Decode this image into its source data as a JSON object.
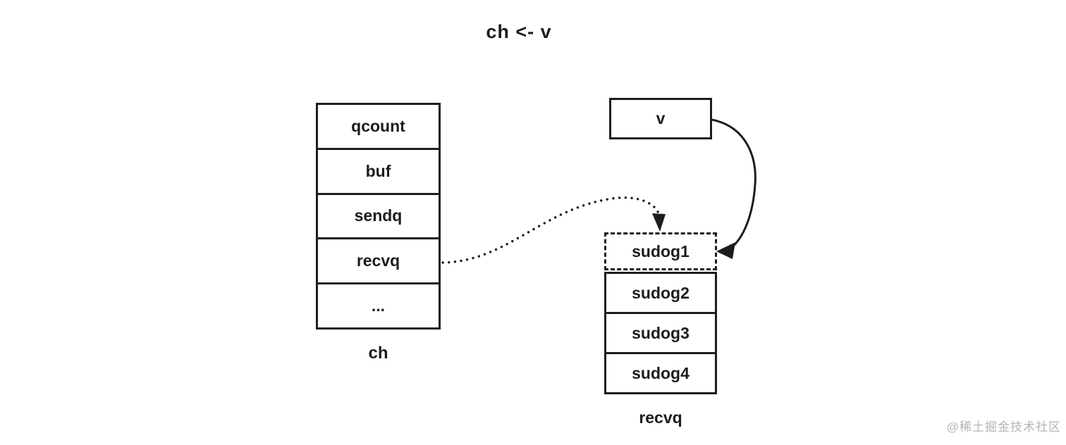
{
  "title": "ch <- v",
  "colors": {
    "line": "#1d1d1d",
    "text": "#1d1d1d",
    "watermark": "#b4b4b4",
    "background": "#ffffff"
  },
  "ch_struct": {
    "caption": "ch",
    "fields": [
      "qcount",
      "buf",
      "sendq",
      "recvq",
      "..."
    ]
  },
  "value_box": {
    "label": "v"
  },
  "recvq_list": {
    "caption": "recvq",
    "items": [
      "sudog1",
      "sudog2",
      "sudog3",
      "sudog4"
    ]
  },
  "watermark": "@稀土掘金技术社区"
}
